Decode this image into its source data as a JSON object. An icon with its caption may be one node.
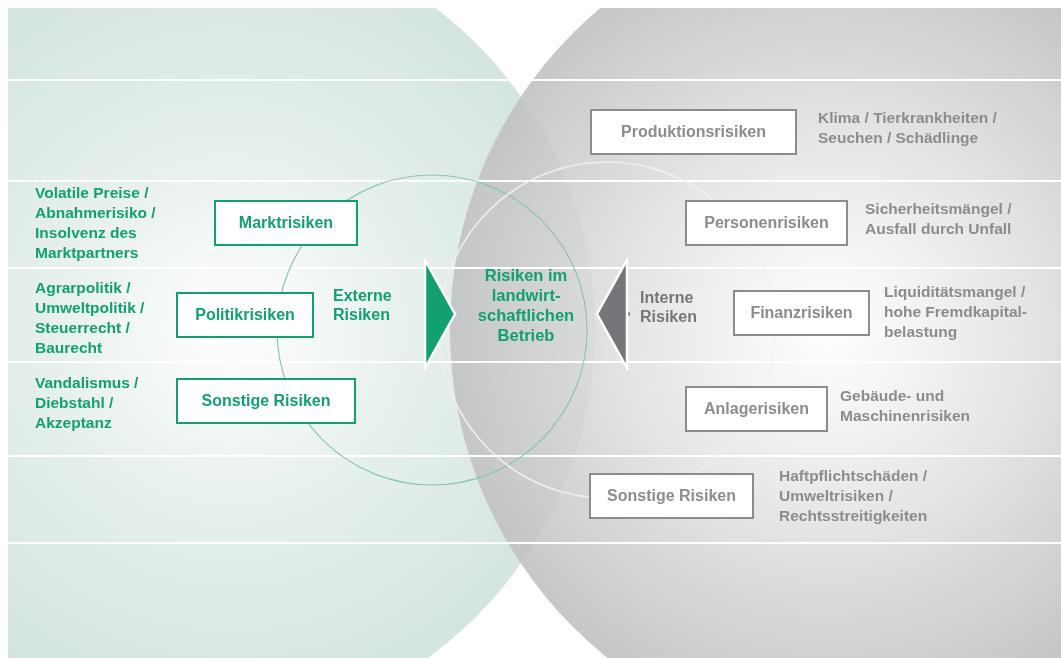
{
  "diagram": {
    "nodes": [
      {
        "text": [
          "Marktrisiken"
        ],
        "beside": [
          "Volatile Preise / Abnahmerisiko / Insolvenz des Marktpartners"
        ]
      },
      {
        "text": [
          "Politikrisiken"
        ],
        "beside": [
          "Agrarpolitik / Umweltpolitik / Steuerrecht / Baurecht"
        ]
      },
      {
        "text": [
          "Sonstige Risiken"
        ],
        "beside": [
          "Vandalismus / Diebstahl / Akzeptanz"
        ]
      },
      {
        "text": [
          "Externe Risiken"
        ]
      },
      {
        "text": [
          "Risiken im landwirt- schaftlichen Betrieb"
        ]
      },
      {
        "text": [
          "Interne Risiken"
        ]
      },
      {
        "text": [
          "Produktionsrisiken"
        ],
        "beside": [
          "Klima / Tierkrankheiten / Seuchen / Schädlinge"
        ]
      },
      {
        "text": [
          "Personenrisiken"
        ],
        "beside": [
          "Sicherheitsmängel / Ausfall durch Unfall"
        ]
      },
      {
        "text": [
          "Finanzrisiken"
        ],
        "beside": [
          "Liquiditätsmangel / hohe Fremdkapital- belastung"
        ]
      },
      {
        "text": [
          "Anlagerisiken"
        ],
        "beside": [
          "Gebäude- und Maschinenrisiken"
        ]
      },
      {
        "text": [
          "Sonstige Risiken"
        ],
        "beside": [
          "Haftpflichtschäden / Umweltrisiken / Rechtsstreitigkeiten"
        ]
      }
    ],
    "edges": [
      {
        "from": 3,
        "to": 4,
        "arrow": "to",
        "color": "#12a070"
      },
      {
        "from": 5,
        "to": 4,
        "arrow": "to",
        "color": "#75767a"
      }
    ]
  }
}
